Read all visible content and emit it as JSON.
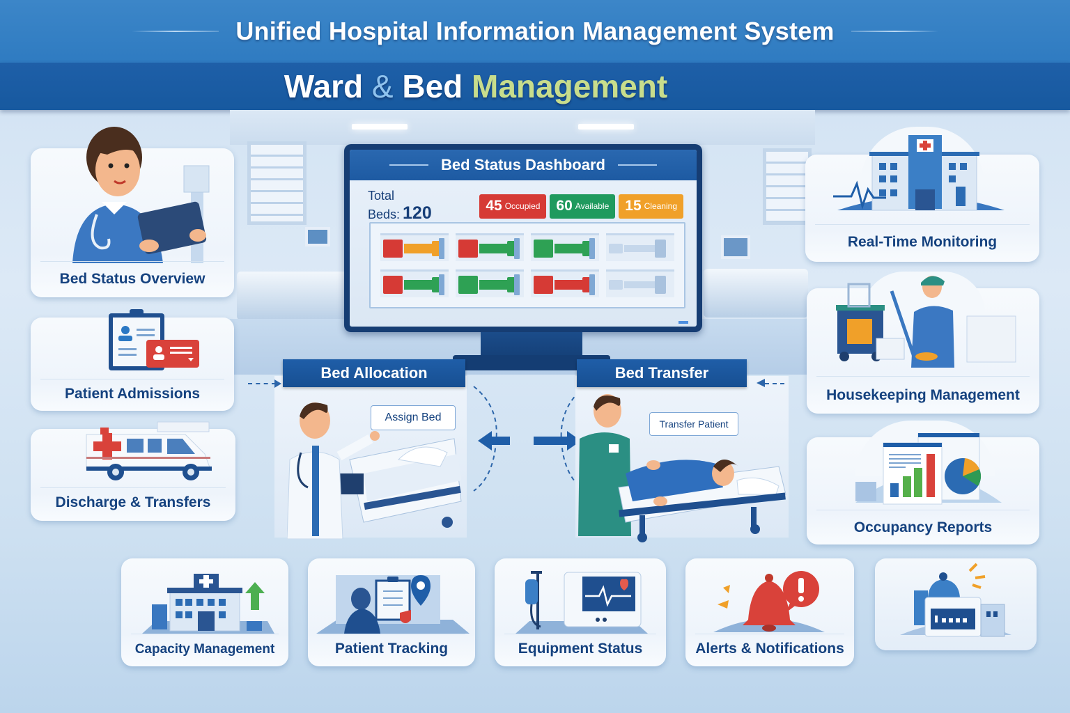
{
  "header": {
    "system_title": "Unified Hospital Information Management System",
    "module_title_part1": "Ward",
    "module_title_amp": "&",
    "module_title_part2": "Bed",
    "module_title_part3": "Management"
  },
  "dashboard": {
    "title": "Bed Status Dashboard",
    "total_label": "Total Beds:",
    "total_value": "120",
    "stats": [
      {
        "value": "45",
        "label": "Occupied",
        "color": "#d63a35"
      },
      {
        "value": "60",
        "label": "Available",
        "color": "#1f9a5e"
      },
      {
        "value": "15",
        "label": "Cleaning",
        "color": "#f0a029"
      }
    ],
    "bed_grid": [
      [
        "occupied-cleaning",
        "occupied-available",
        "available",
        "empty"
      ],
      [
        "occupied-available",
        "available",
        "occupied",
        "empty"
      ]
    ],
    "colors": {
      "occupied": "#d63a35",
      "available": "#2ea154",
      "cleaning": "#f0a029",
      "empty": "#c5d7eb"
    }
  },
  "left_cards": [
    {
      "label": "Bed Status Overview",
      "icon": "nurse-tablet-icon"
    },
    {
      "label": "Patient Admissions",
      "icon": "patient-id-card-icon"
    },
    {
      "label": "Discharge & Transfers",
      "icon": "ambulance-icon"
    }
  ],
  "right_cards": [
    {
      "label": "Real-Time Monitoring",
      "icon": "hospital-heartbeat-icon"
    },
    {
      "label": "Housekeeping Management",
      "icon": "cleaner-icon"
    },
    {
      "label": "Occupancy Reports",
      "icon": "report-chart-icon"
    }
  ],
  "center": {
    "allocation": {
      "title": "Bed Allocation",
      "bubble": "Assign Bed"
    },
    "transfer": {
      "title": "Bed Transfer",
      "bubble": "Transfer Patient"
    }
  },
  "bottom_cards": [
    {
      "label": "Capacity Management",
      "icon": "hospital-growth-icon"
    },
    {
      "label": "Patient Tracking",
      "icon": "location-pin-icon"
    },
    {
      "label": "Equipment Status",
      "icon": "iv-monitor-icon"
    },
    {
      "label": "Alerts & Notifications",
      "icon": "alert-bell-icon"
    },
    {
      "label": "",
      "icon": "service-station-icon"
    }
  ],
  "colors": {
    "header_blue": "#2f7bc1",
    "band_blue": "#17599f",
    "accent_green": "#c8dd8c",
    "text_navy": "#15427f"
  }
}
